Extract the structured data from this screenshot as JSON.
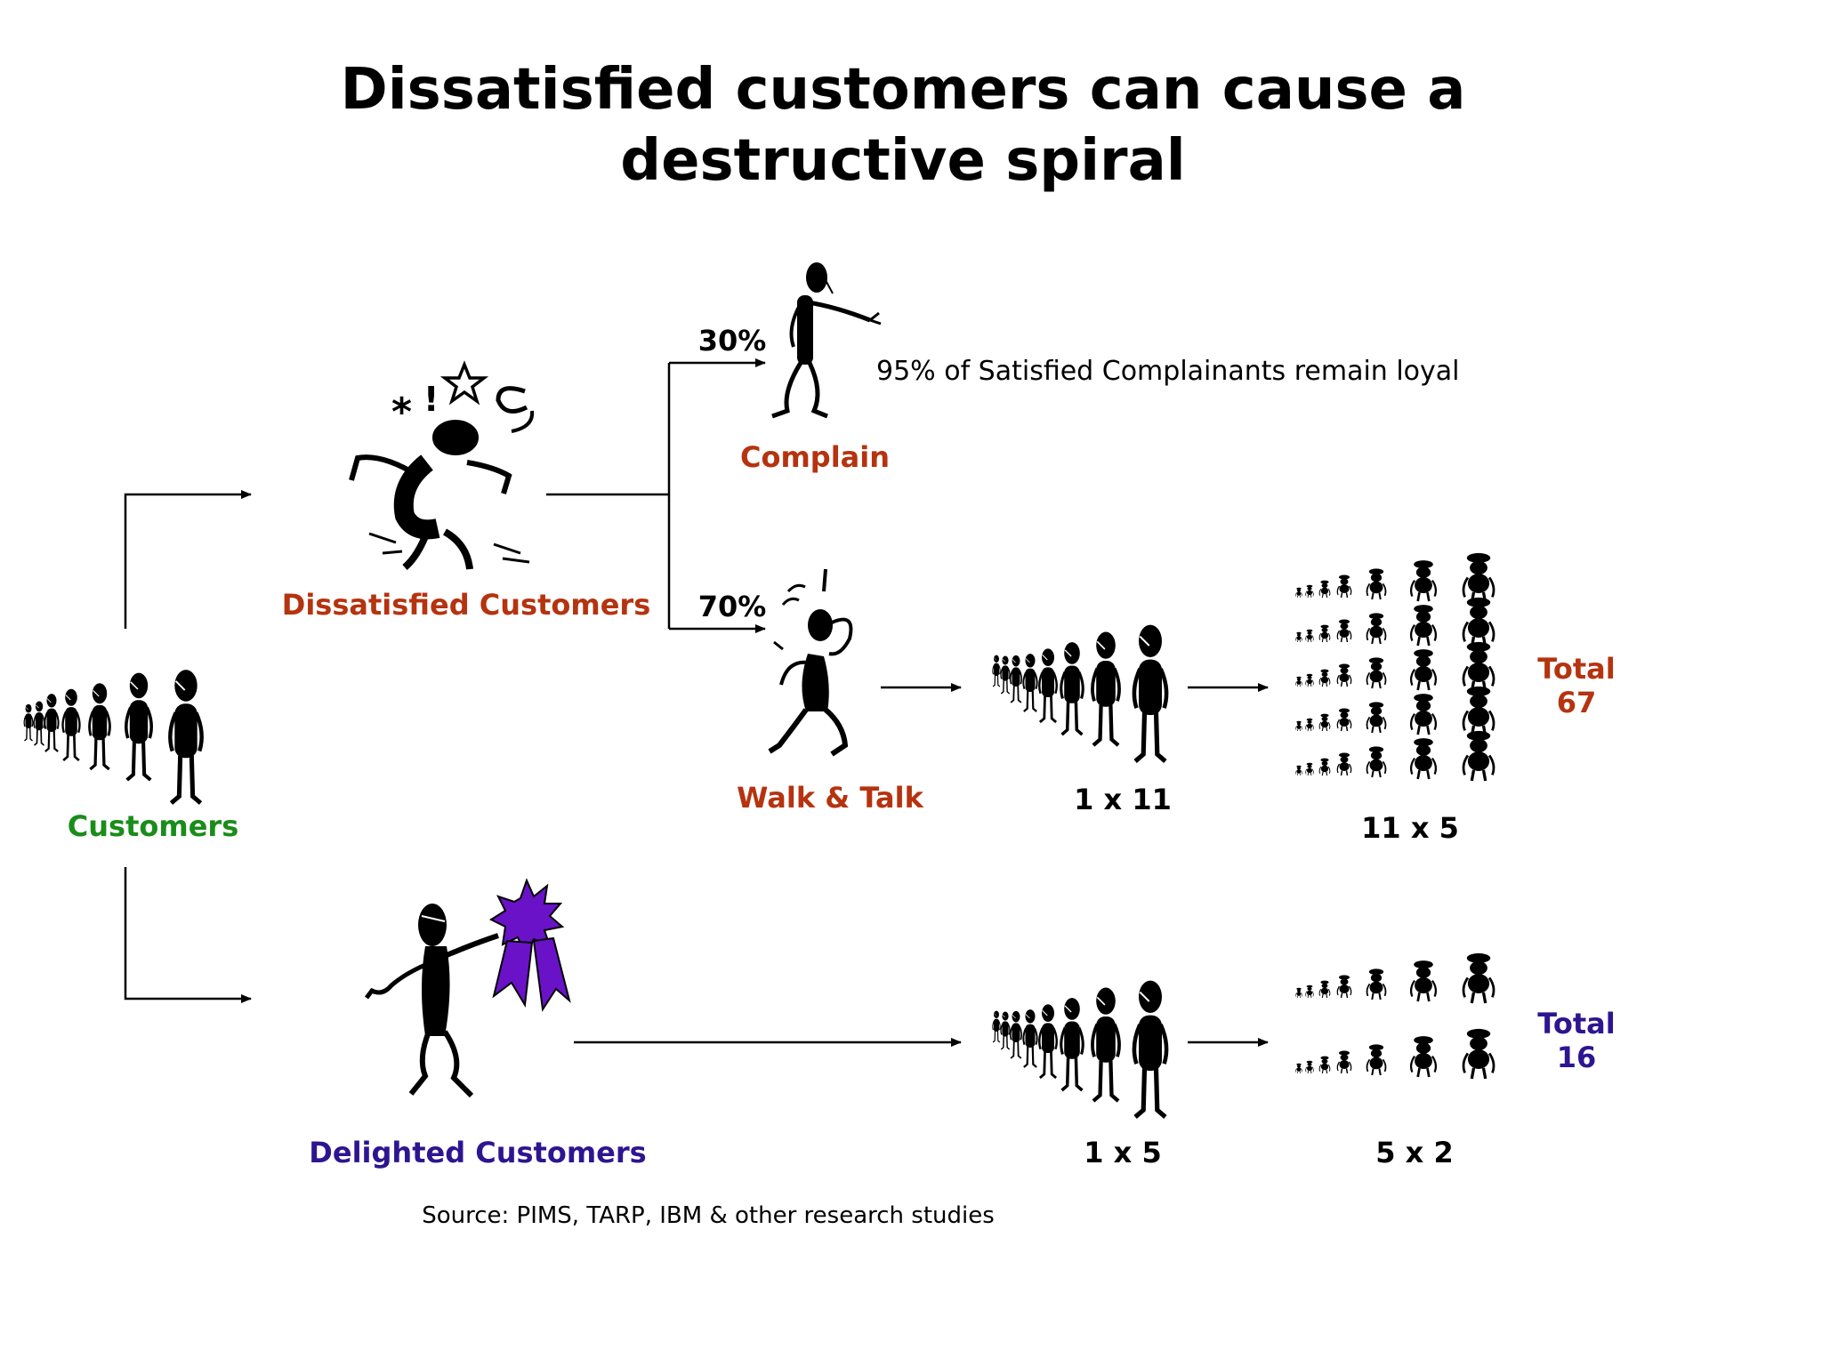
{
  "title": {
    "line1": "Dissatisfied customers can cause a",
    "line2": "destructive spiral"
  },
  "colors": {
    "green": "#1a8c1a",
    "orange": "#b5330f",
    "purple": "#2e1590",
    "ribbon": "#6a12c8",
    "ink": "#000000"
  },
  "labels": {
    "customers": "Customers",
    "dissatisfied": "Dissatisfied Customers",
    "delighted": "Delighted Customers",
    "complain": "Complain",
    "walk_talk": "Walk & Talk",
    "pct_complain": "30%",
    "pct_walk": "70%",
    "loyal_note": "95% of Satisfied Complainants remain loyal",
    "mult_1x11": "1 x 11",
    "mult_11x5": "11 x 5",
    "mult_1x5": "1 x 5",
    "mult_5x2": "5 x 2",
    "total_word": "Total",
    "total_negative": "67",
    "total_positive": "16",
    "source": "Source: PIMS, TARP, IBM & other research studies"
  },
  "icons": [
    "customer-crowd-icon",
    "angry-customer-icon",
    "complaining-person-icon",
    "confused-person-icon",
    "delighted-customer-icon",
    "award-ribbon-icon",
    "people-group-icon"
  ]
}
